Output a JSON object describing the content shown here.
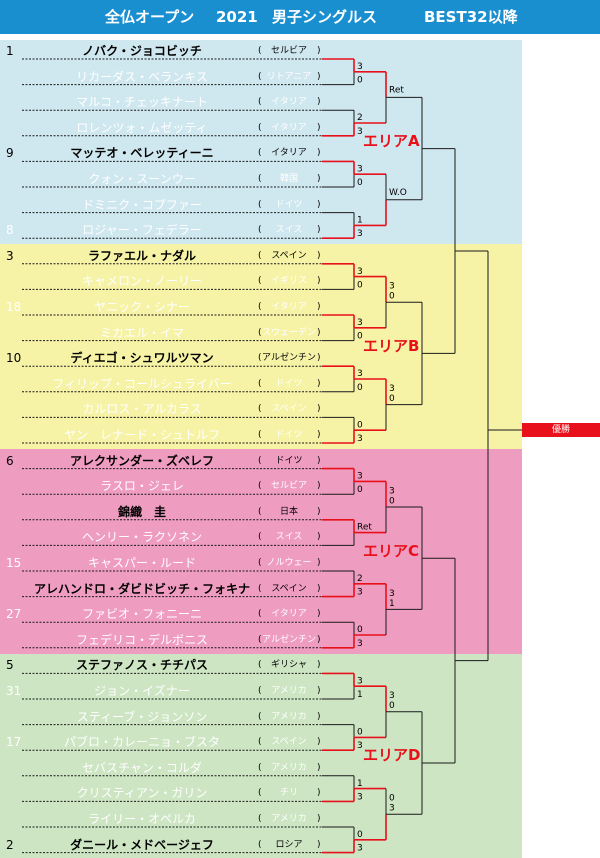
{
  "header": {
    "tournament": "全仏オープン",
    "year": "2021",
    "event": "男子シングルス",
    "round": "BEST32以降"
  },
  "areas": [
    {
      "label": "エリアA",
      "color": "#cfe7ef"
    },
    {
      "label": "エリアB",
      "color": "#f6f3a6"
    },
    {
      "label": "エリアC",
      "color": "#ef9cc1"
    },
    {
      "label": "エリアD",
      "color": "#cde5c3"
    }
  ],
  "players": [
    {
      "seed": "1",
      "name": "ノバク・ジョコビッチ",
      "country": "セルビア"
    },
    {
      "seed": "",
      "name": "リカーダス・ベランキス",
      "country": "リトアニア"
    },
    {
      "seed": "",
      "name": "マルコ・チェッキナート",
      "country": "イタリア"
    },
    {
      "seed": "",
      "name": "ロレンツォ・ムゼッティ",
      "country": "イタリア"
    },
    {
      "seed": "9",
      "name": "マッテオ・ベレッティーニ",
      "country": "イタリア"
    },
    {
      "seed": "",
      "name": "クォン・スーンウー",
      "country": "韓国"
    },
    {
      "seed": "",
      "name": "ドミニク・コプファー",
      "country": "ドイツ"
    },
    {
      "seed": "8",
      "name": "ロジャー・フェデラー",
      "country": "スイス"
    },
    {
      "seed": "3",
      "name": "ラファエル・ナダル",
      "country": "スペイン"
    },
    {
      "seed": "",
      "name": "キャメロン・ノーリー",
      "country": "イギリス"
    },
    {
      "seed": "18",
      "name": "ヤニック・シナー",
      "country": "イタリア"
    },
    {
      "seed": "",
      "name": "ミカエル・イマ",
      "country": "スウェーデン"
    },
    {
      "seed": "10",
      "name": "ディエゴ・シュワルツマン",
      "country": "アルゼンチン"
    },
    {
      "seed": "",
      "name": "フィリップ・コールシュライバー",
      "country": "ドイツ"
    },
    {
      "seed": "",
      "name": "カルロス・アルカラス",
      "country": "スペイン"
    },
    {
      "seed": "",
      "name": "ヤン　レナード・シュトルフ",
      "country": "ドイツ"
    },
    {
      "seed": "6",
      "name": "アレクサンダー・ズベレフ",
      "country": "ドイツ"
    },
    {
      "seed": "",
      "name": "ラスロ・ジェレ",
      "country": "セルビア"
    },
    {
      "seed": "",
      "name": "錦織　圭",
      "country": "日本"
    },
    {
      "seed": "",
      "name": "ヘンリー・ラクソネン",
      "country": "スイス"
    },
    {
      "seed": "15",
      "name": "キャスパー・ルード",
      "country": "ノルウェー"
    },
    {
      "seed": "",
      "name": "アレハンドロ・ダビドビッチ・フォキナ",
      "country": "スペイン"
    },
    {
      "seed": "27",
      "name": "ファビオ・フォニーニ",
      "country": "イタリア"
    },
    {
      "seed": "",
      "name": "フェデリコ・デルボニス",
      "country": "アルゼンチン"
    },
    {
      "seed": "5",
      "name": "ステファノス・チチパス",
      "country": "ギリシャ"
    },
    {
      "seed": "31",
      "name": "ジョン・イズナー",
      "country": "アメリカ"
    },
    {
      "seed": "",
      "name": "スティーブ・ジョンソン",
      "country": "アメリカ"
    },
    {
      "seed": "17",
      "name": "パブロ・カレーニョ・ブスタ",
      "country": "スペイン"
    },
    {
      "seed": "",
      "name": "セバスチャン・コルダ",
      "country": "アメリカ"
    },
    {
      "seed": "",
      "name": "クリスティアン・ガリン",
      "country": "チリ"
    },
    {
      "seed": "",
      "name": "ライリー・オペルカ",
      "country": "アメリカ"
    },
    {
      "seed": "2",
      "name": "ダニール・メドベージェフ",
      "country": "ロシア"
    }
  ],
  "chart_data": {
    "type": "table",
    "round_32": [
      {
        "match": 1,
        "scores": [
          "3",
          "0"
        ],
        "note": ""
      },
      {
        "match": 2,
        "scores": [
          "2",
          "3"
        ],
        "note": ""
      },
      {
        "match": 3,
        "scores": [
          "3",
          "0"
        ],
        "note": ""
      },
      {
        "match": 4,
        "scores": [
          "1",
          "3"
        ],
        "note": ""
      },
      {
        "match": 5,
        "scores": [
          "3",
          "0"
        ],
        "note": ""
      },
      {
        "match": 6,
        "scores": [
          "3",
          "0"
        ],
        "note": ""
      },
      {
        "match": 7,
        "scores": [
          "3",
          "0"
        ],
        "note": ""
      },
      {
        "match": 8,
        "scores": [
          "0",
          "3"
        ],
        "note": ""
      },
      {
        "match": 9,
        "scores": [
          "3",
          "0"
        ],
        "note": ""
      },
      {
        "match": 10,
        "scores": [
          "",
          ""
        ],
        "note": "Ret"
      },
      {
        "match": 11,
        "scores": [
          "2",
          "3"
        ],
        "note": ""
      },
      {
        "match": 12,
        "scores": [
          "0",
          "3"
        ],
        "note": ""
      },
      {
        "match": 13,
        "scores": [
          "3",
          "1"
        ],
        "note": ""
      },
      {
        "match": 14,
        "scores": [
          "0",
          "3"
        ],
        "note": ""
      },
      {
        "match": 15,
        "scores": [
          "1",
          "3"
        ],
        "note": ""
      },
      {
        "match": 16,
        "scores": [
          "0",
          "3"
        ],
        "note": ""
      }
    ],
    "round_16": [
      {
        "match": 1,
        "scores": [
          "",
          ""
        ],
        "note": "Ret"
      },
      {
        "match": 2,
        "scores": [
          "",
          ""
        ],
        "note": "W.O"
      },
      {
        "match": 3,
        "scores": [
          "3",
          "0"
        ],
        "note": ""
      },
      {
        "match": 4,
        "scores": [
          "3",
          "0"
        ],
        "note": ""
      },
      {
        "match": 5,
        "scores": [
          "3",
          "0"
        ],
        "note": ""
      },
      {
        "match": 6,
        "scores": [
          "3",
          "1"
        ],
        "note": ""
      },
      {
        "match": 7,
        "scores": [
          "3",
          "0"
        ],
        "note": ""
      },
      {
        "match": 8,
        "scores": [
          "0",
          "3"
        ],
        "note": ""
      }
    ],
    "final_label": "優勝"
  }
}
